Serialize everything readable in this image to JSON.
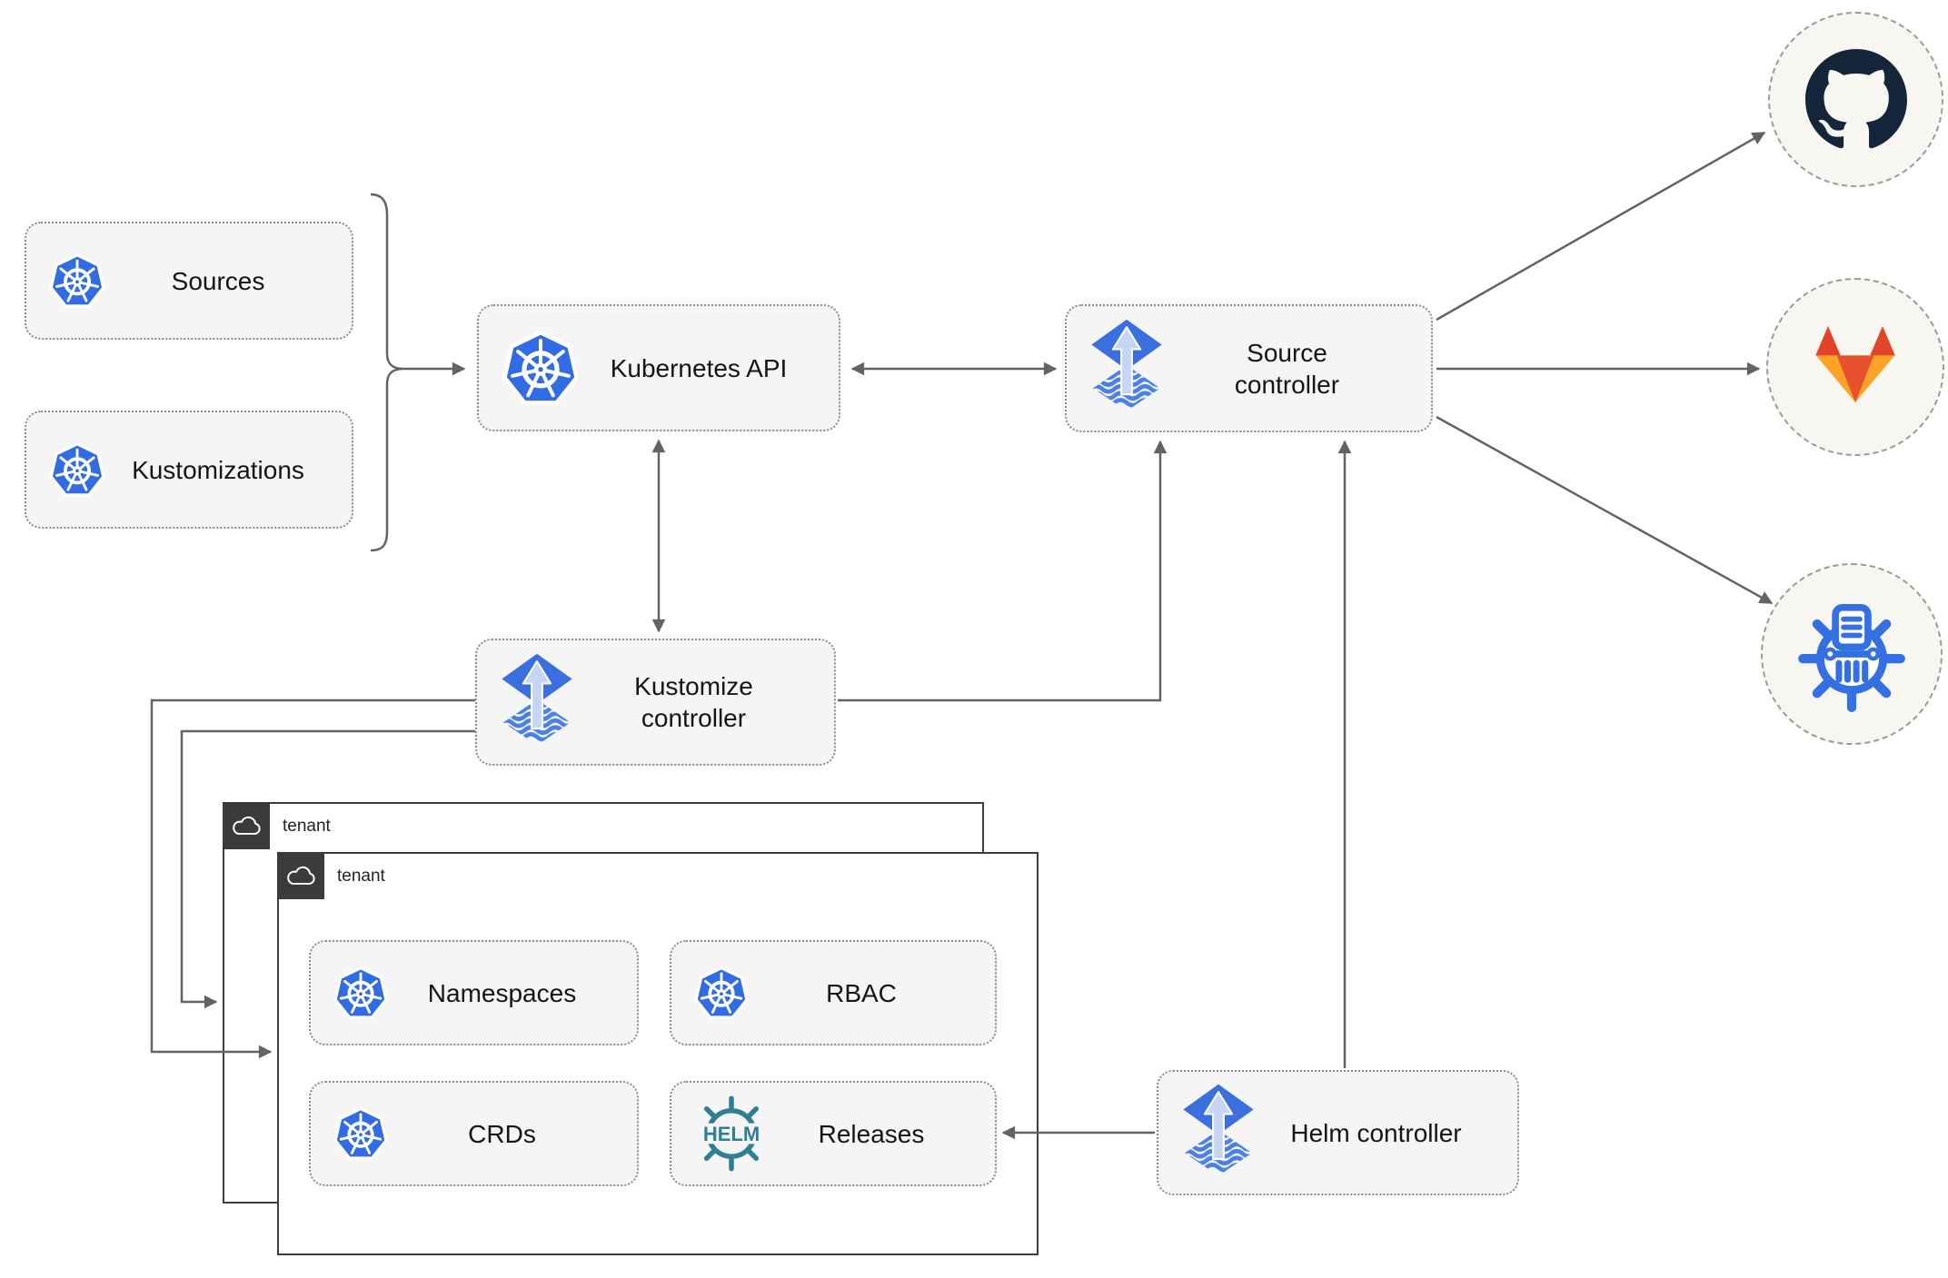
{
  "nodes": {
    "sources": {
      "label": "Sources",
      "icon": "kubernetes-icon"
    },
    "kustomizations": {
      "label": "Kustomizations",
      "icon": "kubernetes-icon"
    },
    "kubernetes_api": {
      "label": "Kubernetes API",
      "icon": "kubernetes-icon"
    },
    "source_controller": {
      "label": "Source controller",
      "icon": "flux-icon"
    },
    "kustomize_controller": {
      "label": "Kustomize controller",
      "icon": "flux-icon"
    },
    "helm_controller": {
      "label": "Helm controller",
      "icon": "flux-icon"
    },
    "namespaces": {
      "label": "Namespaces",
      "icon": "kubernetes-icon"
    },
    "rbac": {
      "label": "RBAC",
      "icon": "kubernetes-icon"
    },
    "crds": {
      "label": "CRDs",
      "icon": "kubernetes-icon"
    },
    "releases": {
      "label": "Releases",
      "icon": "helm-icon",
      "icon_text": "HELM"
    }
  },
  "tenants": {
    "back": {
      "label": "tenant",
      "icon": "cloud-icon"
    },
    "front": {
      "label": "tenant",
      "icon": "cloud-icon"
    }
  },
  "external": {
    "github": {
      "icon": "github-icon"
    },
    "gitlab": {
      "icon": "gitlab-icon"
    },
    "chart_repository": {
      "icon": "chartmuseum-icon"
    }
  },
  "colors": {
    "kubernetes_blue": "#326ce5",
    "flux_blue": "#3b6fe0",
    "flux_wave_blue": "#4b80e8",
    "flux_arrow_light": "#c6d4f6",
    "helm_teal": "#2e7f93",
    "github_dark": "#16263a",
    "gitlab_orange_dark": "#e24329",
    "gitlab_orange_mid": "#e8512d",
    "gitlab_orange_light": "#fca326",
    "chartmuseum_blue": "#3470e4",
    "connector_gray": "#636363",
    "node_background": "#f5f5f5",
    "circle_background": "#f8f6f1",
    "tenant_header_dark": "#3b3b3b"
  }
}
